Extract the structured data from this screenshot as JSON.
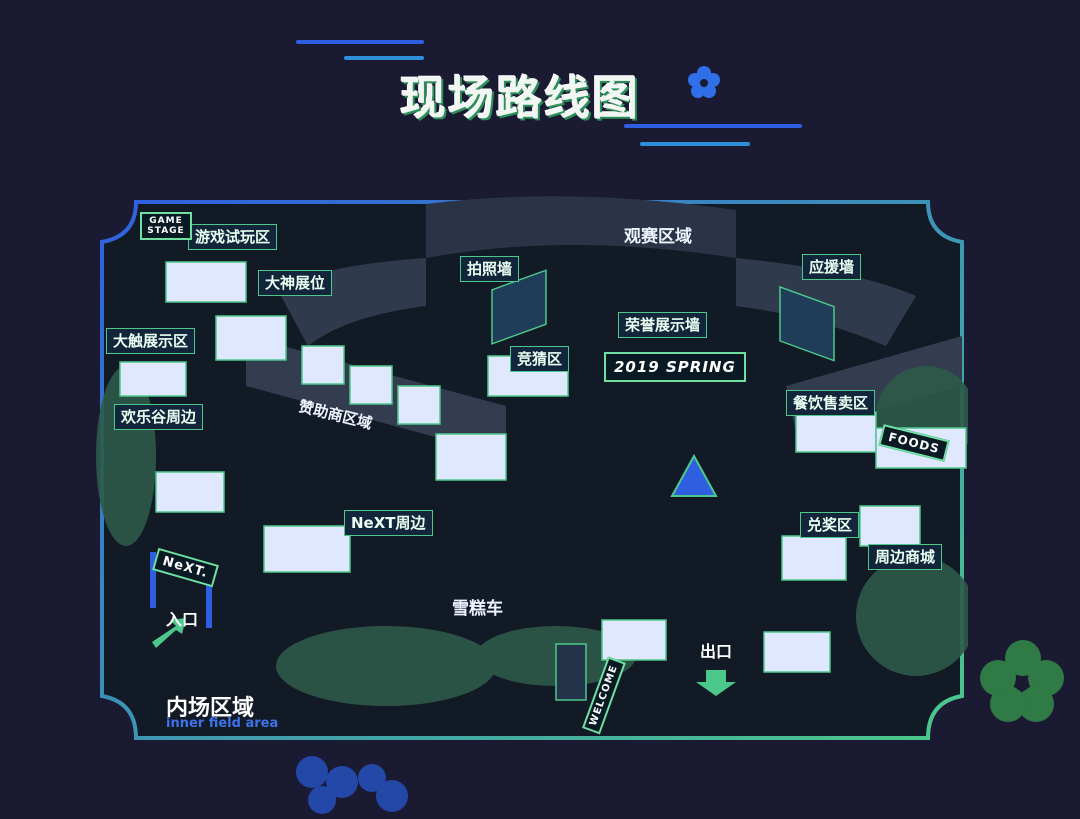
{
  "header": {
    "title": "现场路线图"
  },
  "map": {
    "zones": {
      "watch_area": "观赛区域",
      "inner_field": "内场区域",
      "inner_field_en": "inner field area"
    },
    "labels": {
      "game_trial": "游戏试玩区",
      "master_booth": "大神展位",
      "artist_area": "大触展示区",
      "happy_valley": "欢乐谷周边",
      "sponsor_area": "赞助商区域",
      "photo_wall": "拍照墙",
      "cheer_wall": "应援墙",
      "guess_area": "竞猜区",
      "honor_wall": "荣誉展示墙",
      "food_area": "餐饮售卖区",
      "next_merch": "NeXT周边",
      "ice_cream": "雪糕车",
      "prize_area": "兑奖区",
      "merch_store": "周边商城",
      "entrance": "入口",
      "exit": "出口"
    },
    "signs": {
      "spring": "2019 SPRING",
      "foods": "FOODS",
      "next": "NeXT.",
      "game_stage": "GAME STAGE",
      "welcome": "WELCOME"
    }
  },
  "colors": {
    "background": "#1b1a33",
    "frame_green": "#4cc98a",
    "frame_blue": "#2f5fe0",
    "map_fill": "#121a26"
  }
}
